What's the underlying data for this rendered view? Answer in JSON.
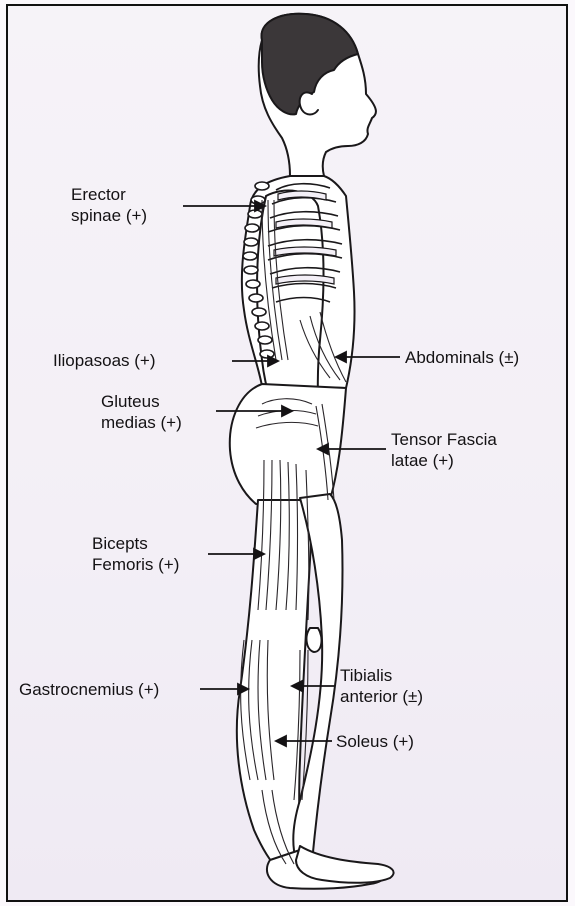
{
  "labels": {
    "erector_spinae": "Erector\nspinae (+)",
    "iliopsoas": "Iliopasoas (+)",
    "gluteus_medias": "Gluteus\nmedias (+)",
    "biceps_femoris": "Bicepts\nFemoris (+)",
    "gastrocnemius": "Gastrocnemius (+)",
    "abdominals": "Abdominals (±)",
    "tensor_fascia_latae": "Tensor Fascia\nlatae (+)",
    "tibialis_anterior": "Tibialis\nanterior (±)",
    "soleus": "Soleus (+)"
  },
  "colors": {
    "ink": "#141214",
    "paper": "#f4f0f7",
    "border": "#111111"
  }
}
